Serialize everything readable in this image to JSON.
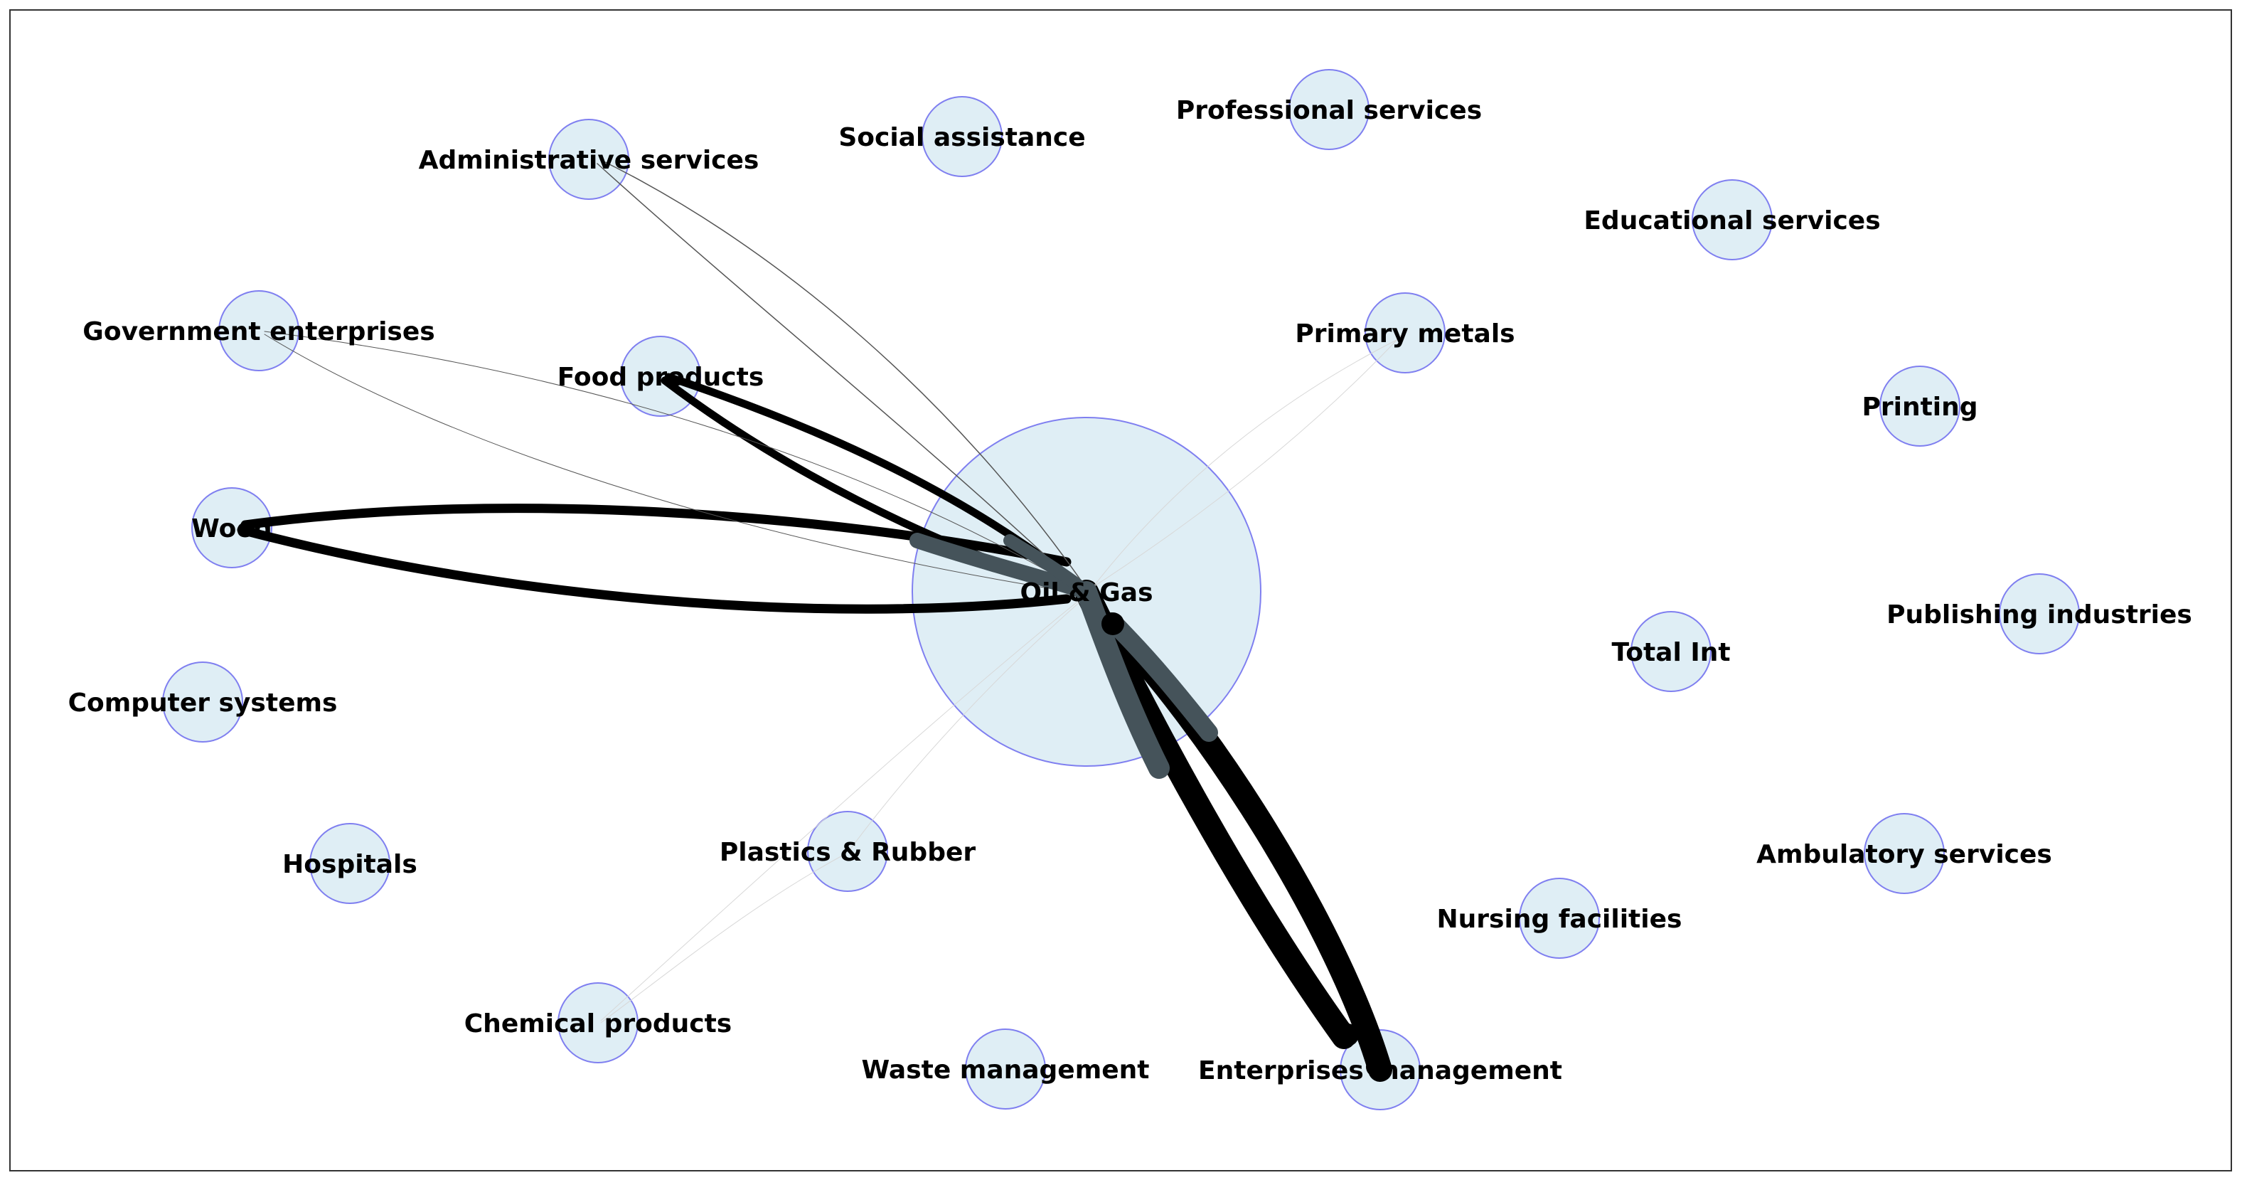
{
  "colors": {
    "node_fill": "#dfeef5",
    "node_stroke": "#7f7ff0",
    "edge_dark": "#000000",
    "edge_hub": "#45535a",
    "edge_faint": "#d8d8d8"
  },
  "nodes": [
    {
      "id": "oil_gas",
      "label": "Oil & Gas"
    },
    {
      "id": "admin",
      "label": "Administrative services"
    },
    {
      "id": "social",
      "label": "Social assistance"
    },
    {
      "id": "professional",
      "label": "Professional services"
    },
    {
      "id": "educational",
      "label": "Educational services"
    },
    {
      "id": "government",
      "label": "Government enterprises"
    },
    {
      "id": "food",
      "label": "Food products"
    },
    {
      "id": "primary_metals",
      "label": "Primary metals"
    },
    {
      "id": "printing",
      "label": "Printing"
    },
    {
      "id": "wood",
      "label": "Wood"
    },
    {
      "id": "publishing",
      "label": "Publishing industries"
    },
    {
      "id": "total_int",
      "label": "Total Int"
    },
    {
      "id": "computer",
      "label": "Computer systems"
    },
    {
      "id": "hospitals",
      "label": "Hospitals"
    },
    {
      "id": "plastics",
      "label": "Plastics & Rubber"
    },
    {
      "id": "ambulatory",
      "label": "Ambulatory services"
    },
    {
      "id": "nursing",
      "label": "Nursing facilities"
    },
    {
      "id": "chemical",
      "label": "Chemical products"
    },
    {
      "id": "waste",
      "label": "Waste management"
    },
    {
      "id": "enterprises",
      "label": "Enterprises management"
    }
  ],
  "edges": [
    {
      "source": "oil_gas",
      "target": "enterprises",
      "weight": "heavy"
    },
    {
      "source": "enterprises",
      "target": "oil_gas",
      "weight": "heavy"
    },
    {
      "source": "oil_gas",
      "target": "wood",
      "weight": "strong"
    },
    {
      "source": "wood",
      "target": "oil_gas",
      "weight": "strong"
    },
    {
      "source": "oil_gas",
      "target": "food",
      "weight": "medium"
    },
    {
      "source": "food",
      "target": "oil_gas",
      "weight": "medium"
    },
    {
      "source": "oil_gas",
      "target": "admin",
      "weight": "thin"
    },
    {
      "source": "admin",
      "target": "oil_gas",
      "weight": "thin"
    },
    {
      "source": "oil_gas",
      "target": "government",
      "weight": "thin"
    },
    {
      "source": "government",
      "target": "oil_gas",
      "weight": "thin"
    },
    {
      "source": "oil_gas",
      "target": "primary_metals",
      "weight": "faint"
    },
    {
      "source": "primary_metals",
      "target": "oil_gas",
      "weight": "faint"
    },
    {
      "source": "oil_gas",
      "target": "chemical",
      "weight": "faint"
    },
    {
      "source": "oil_gas",
      "target": "plastics",
      "weight": "faint"
    },
    {
      "source": "plastics",
      "target": "chemical",
      "weight": "faint"
    }
  ]
}
